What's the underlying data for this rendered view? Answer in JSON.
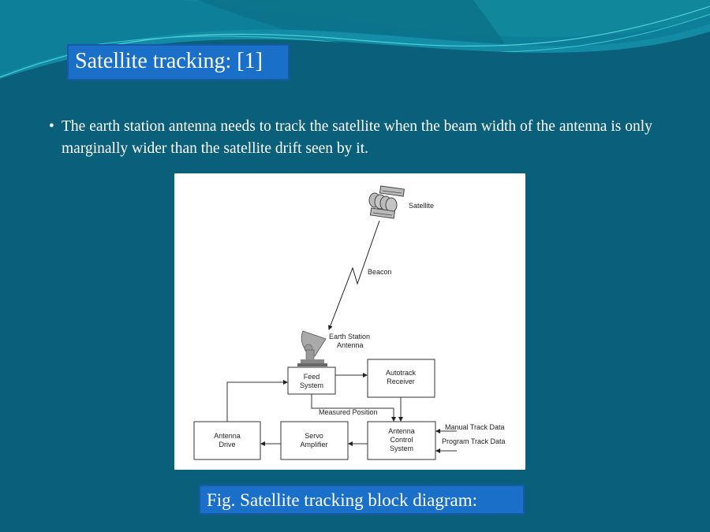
{
  "slide": {
    "title": "Satellite tracking: [1]",
    "bullets": [
      "The earth station antenna needs to track the satellite when the beam width of the antenna is only marginally wider than the satellite drift seen by it."
    ],
    "bullet_glyph": "•",
    "caption": "Fig. Satellite tracking block diagram:",
    "colors": {
      "background": "#0a5f7a",
      "title_box": "#1a6fc9",
      "text": "#ffffff",
      "wave_light": "#2fc0c8"
    }
  },
  "diagram": {
    "labels": {
      "satellite": "Satellite",
      "beacon": "Beacon",
      "earth_station_line1": "Earth Station",
      "earth_station_line2": "Antenna",
      "measured_position": "Measured Position",
      "manual_track": "Manual Track Data",
      "program_track": "Program Track Data"
    },
    "blocks": {
      "feed_system": [
        "Feed",
        "System"
      ],
      "autotrack_receiver": [
        "Autotrack",
        "Receiver"
      ],
      "antenna_drive": [
        "Antenna",
        "Drive"
      ],
      "servo_amplifier": [
        "Servo",
        "Amplifier"
      ],
      "antenna_control_system": [
        "Antenna",
        "Control",
        "System"
      ]
    },
    "icons": [
      "satellite-icon",
      "dish-antenna-icon"
    ]
  }
}
